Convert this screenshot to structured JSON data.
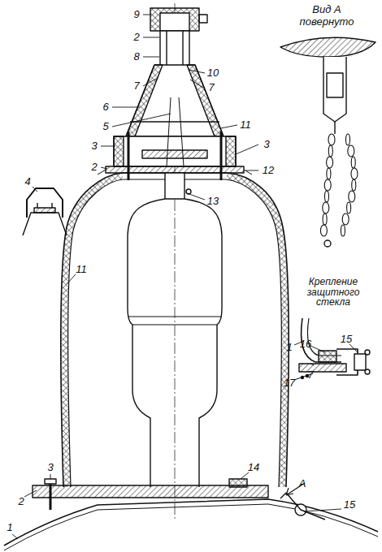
{
  "diagram": {
    "labels": [
      "9",
      "2",
      "8",
      "10",
      "7",
      "7",
      "6",
      "5",
      "11",
      "3",
      "3",
      "2",
      "12",
      "4",
      "13",
      "11",
      "Вид А",
      "повернуто",
      "Крепление защитного стекла",
      "1",
      "16",
      "15",
      "7",
      "17",
      "A",
      "2",
      "3",
      "14",
      "1",
      "15"
    ]
  }
}
